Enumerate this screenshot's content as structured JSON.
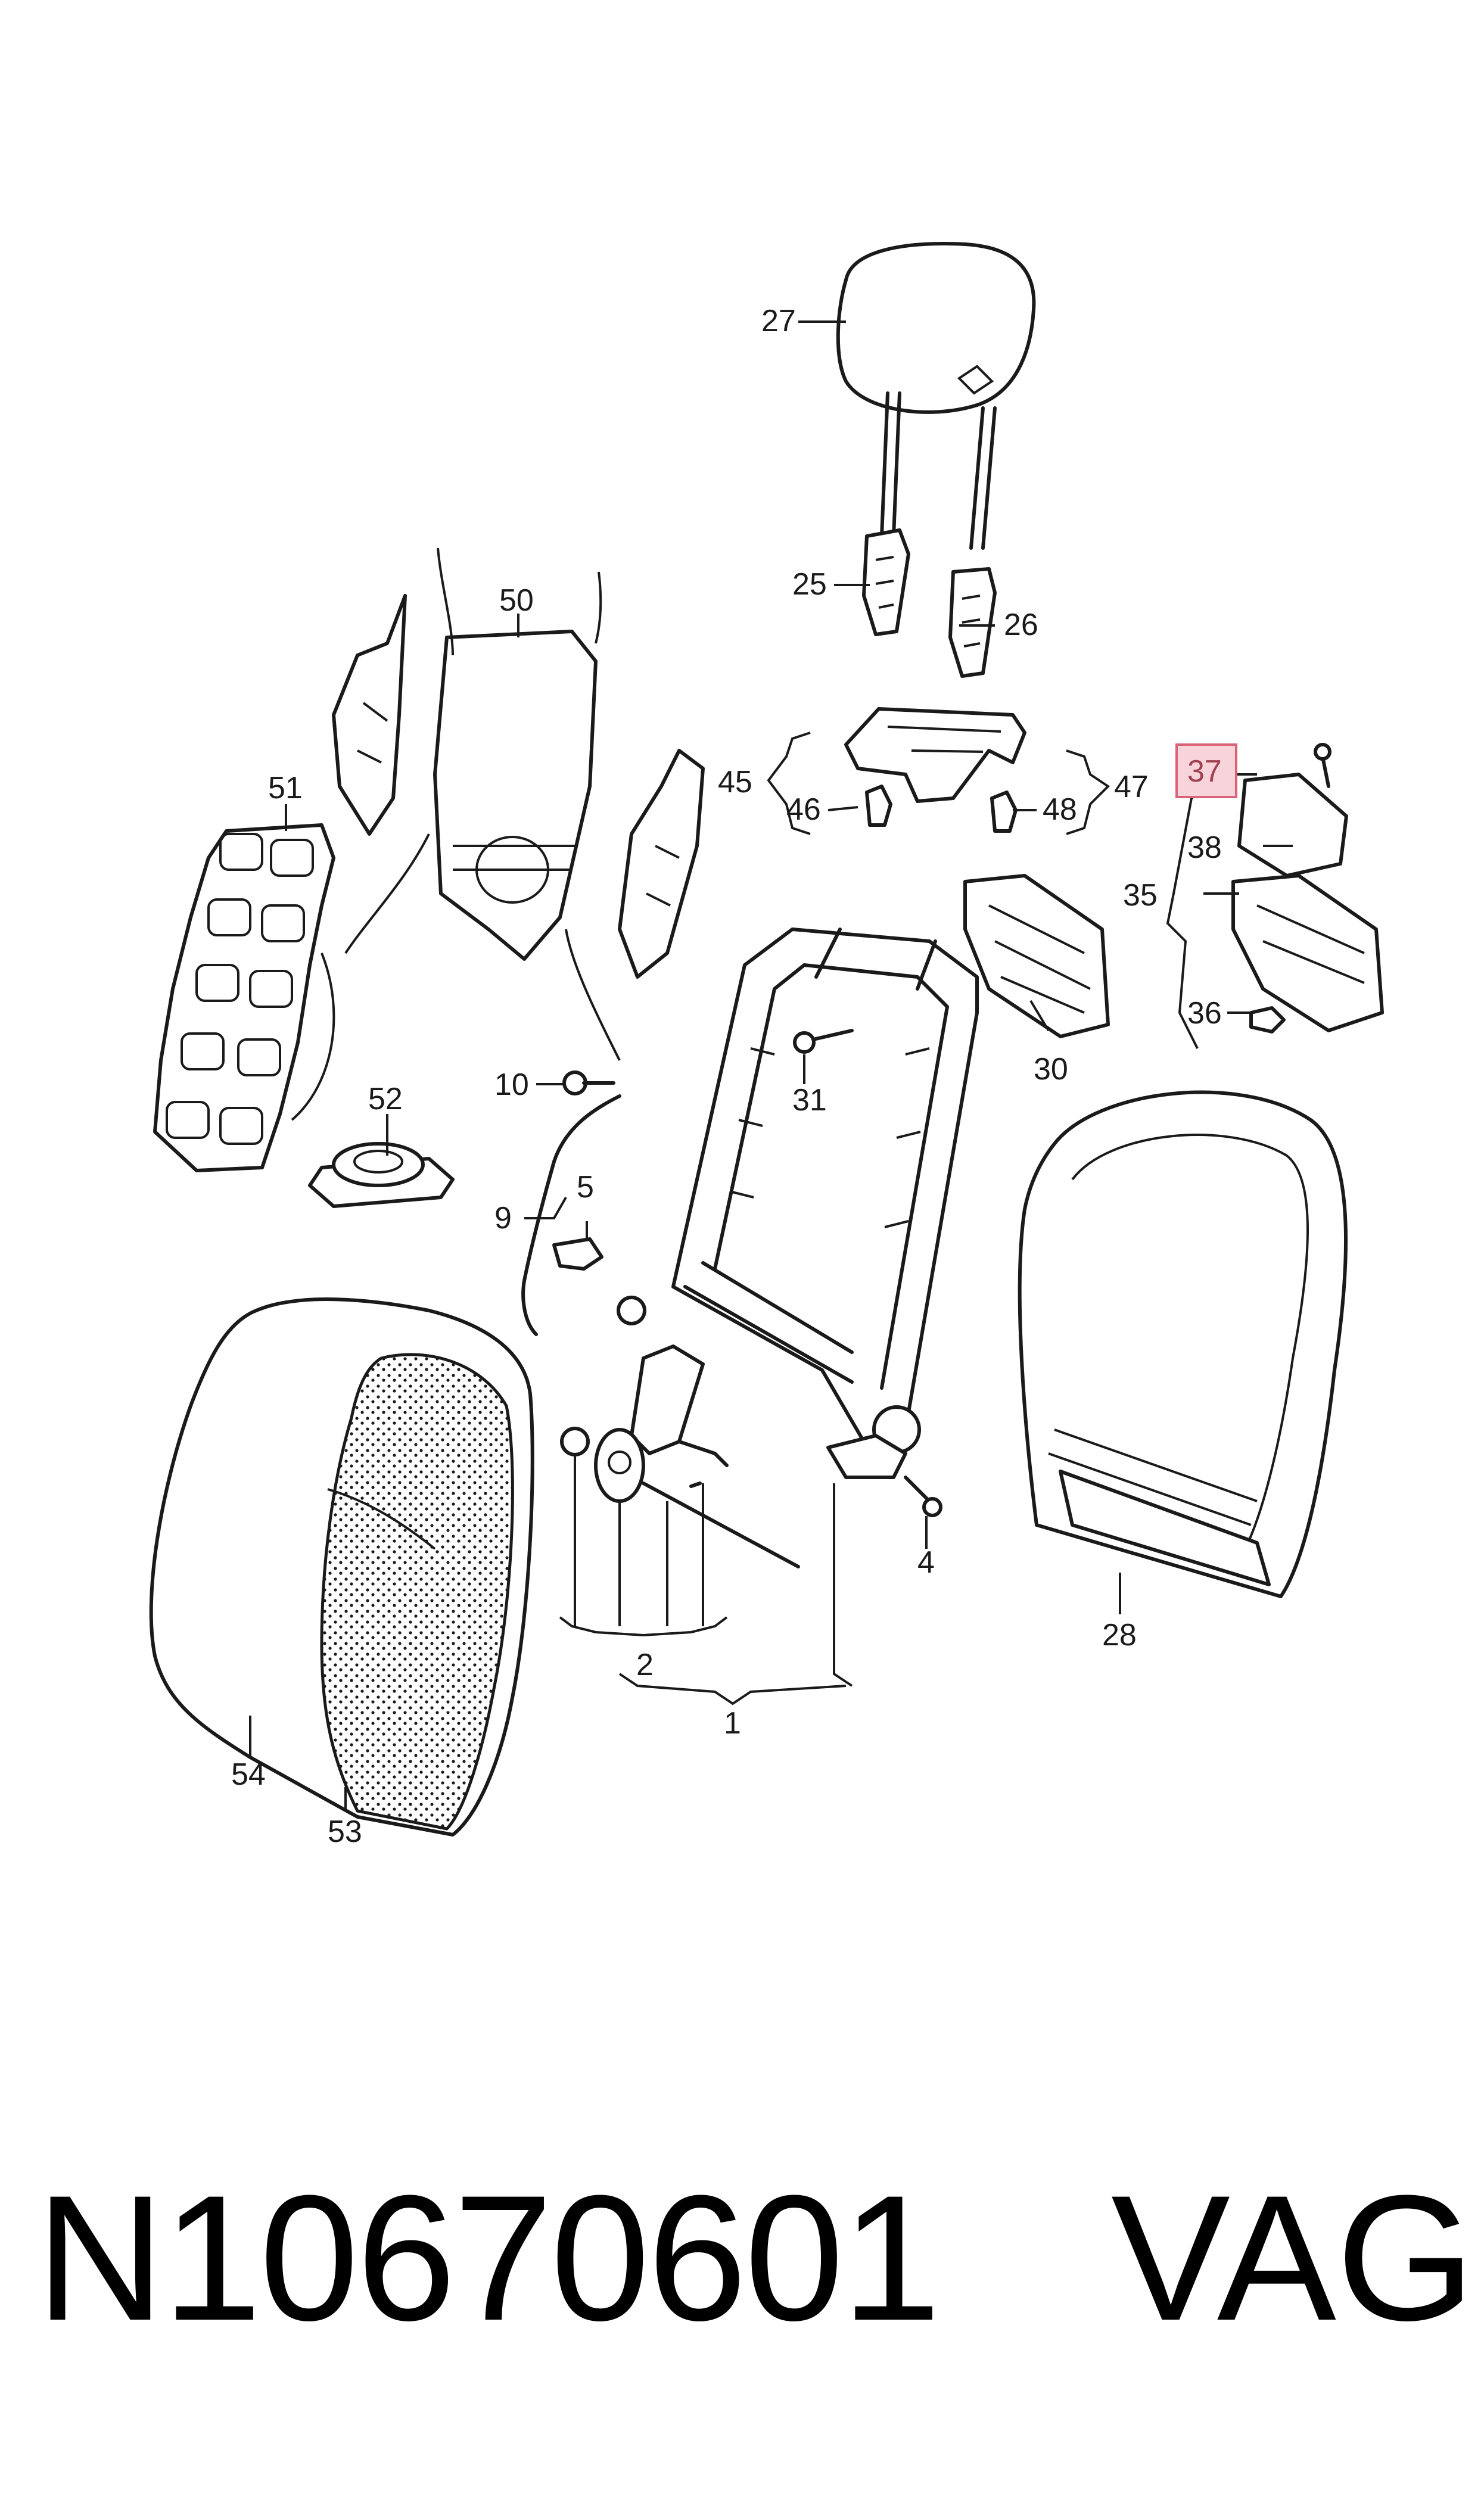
{
  "footer": {
    "part_number": "N10670601",
    "manufacturer": "VAG"
  },
  "colors": {
    "highlight_fill": "#f7d4da",
    "highlight_stroke": "#d9647a",
    "line": "#1a1a1a"
  },
  "callouts": {
    "c1": "1",
    "c2": "2",
    "c4": "4",
    "c5": "5",
    "c9": "9",
    "c10": "10",
    "c25": "25",
    "c26": "26",
    "c27": "27",
    "c28": "28",
    "c30": "30",
    "c31": "31",
    "c35": "35",
    "c36": "36",
    "c37": "37",
    "c38": "38",
    "c45": "45",
    "c46": "46",
    "c47": "47",
    "c48": "48",
    "c50": "50",
    "c51": "51",
    "c52": "52",
    "c53": "53",
    "c54": "54"
  }
}
